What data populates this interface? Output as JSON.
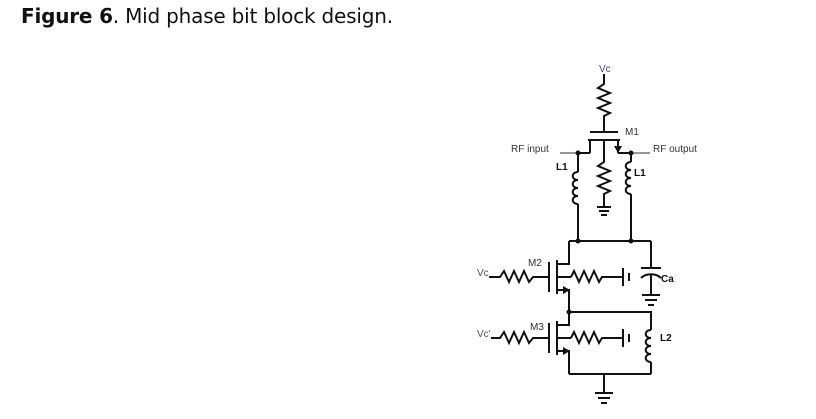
{
  "caption": {
    "prefix": "Figure 6",
    "text": ". Mid phase bit block design."
  },
  "schematic": {
    "labels": {
      "vc_top": "Vc",
      "m1": "M1",
      "rf_input": "RF input",
      "rf_output": "RF output",
      "l1_left": "L1",
      "l1_right": "L1",
      "m2": "M2",
      "vc_m2": "Vc",
      "ca": "Ca",
      "m3": "M3",
      "vc_m3": "Vc'",
      "l2": "L2"
    },
    "components": [
      {
        "id": "M1",
        "type": "transistor"
      },
      {
        "id": "M2",
        "type": "transistor"
      },
      {
        "id": "M3",
        "type": "transistor"
      },
      {
        "id": "L1",
        "type": "inductor",
        "count": 2
      },
      {
        "id": "L2",
        "type": "inductor"
      },
      {
        "id": "Ca",
        "type": "capacitor"
      }
    ]
  }
}
